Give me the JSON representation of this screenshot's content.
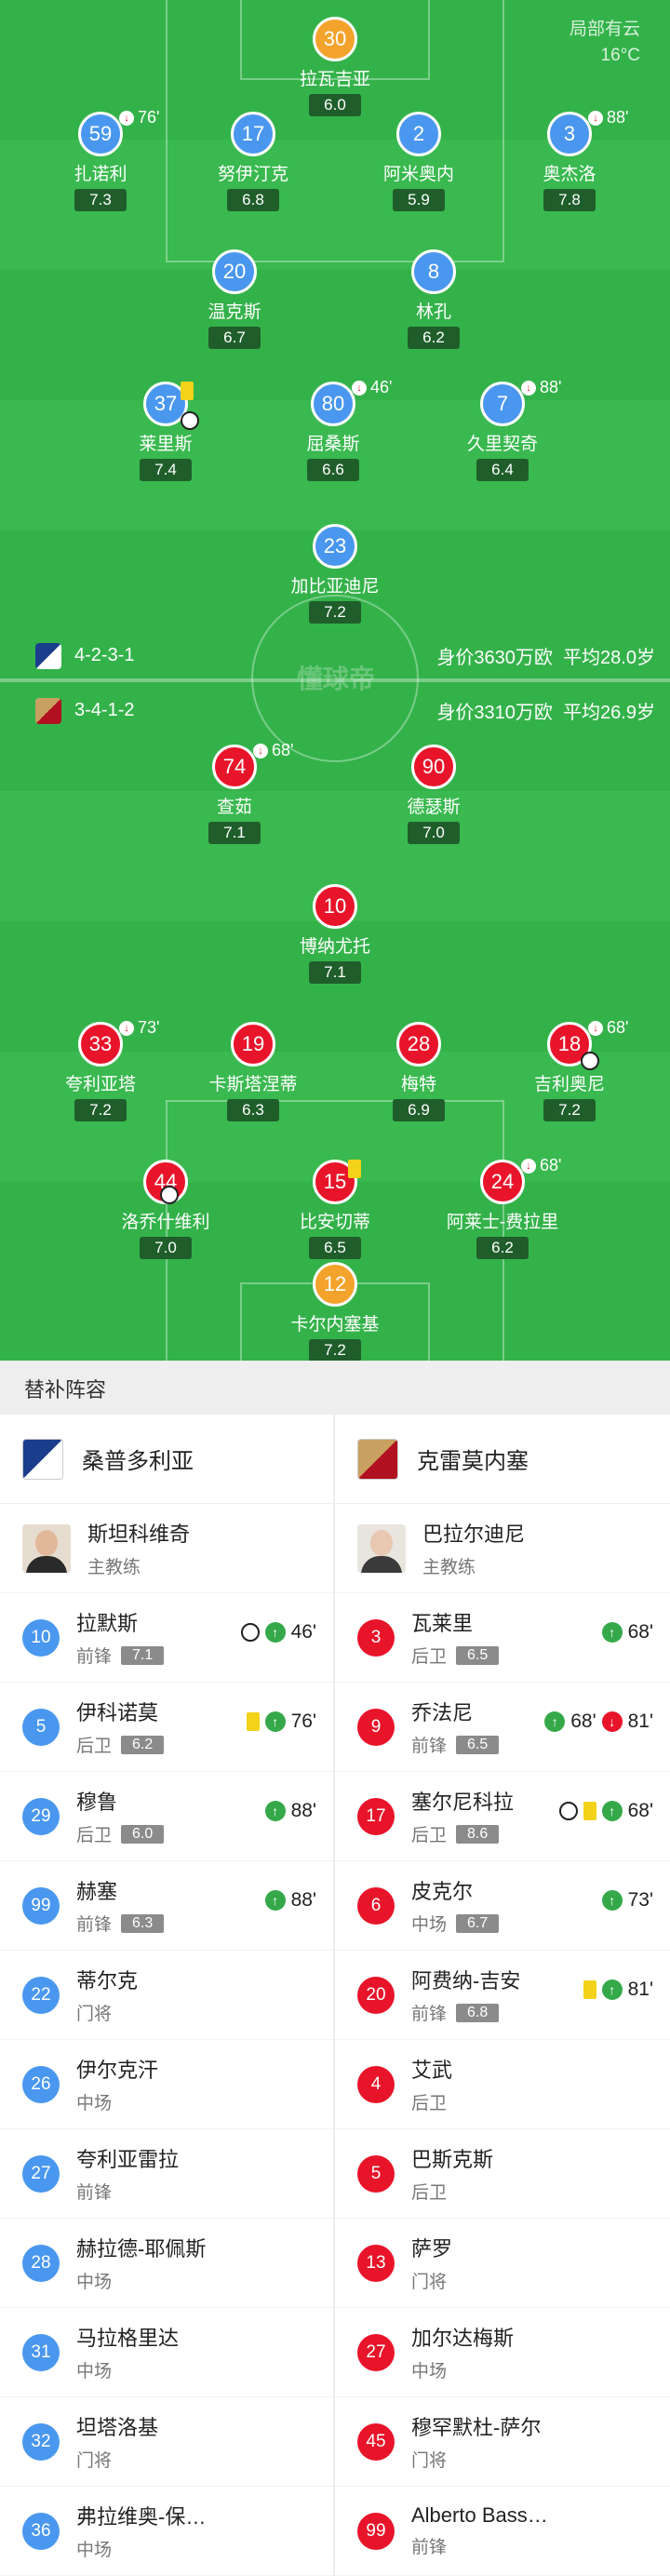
{
  "weather": {
    "text": "局部有云",
    "temp": "16°C"
  },
  "home": {
    "formation": "4-2-3-1",
    "value": "身价3630万欧",
    "avg_age": "平均28.0岁",
    "players": [
      {
        "num": "30",
        "name": "拉瓦吉亚",
        "rating": "6.0",
        "color": "gold"
      },
      {
        "num": "59",
        "name": "扎诺利",
        "rating": "7.3",
        "color": "blue",
        "sub": "76'"
      },
      {
        "num": "17",
        "name": "努伊汀克",
        "rating": "6.8",
        "color": "blue"
      },
      {
        "num": "2",
        "name": "阿米奥内",
        "rating": "5.9",
        "color": "blue"
      },
      {
        "num": "3",
        "name": "奥杰洛",
        "rating": "7.8",
        "color": "blue",
        "sub": "88'"
      },
      {
        "num": "20",
        "name": "温克斯",
        "rating": "6.7",
        "color": "blue"
      },
      {
        "num": "8",
        "name": "林孔",
        "rating": "6.2",
        "color": "blue"
      },
      {
        "num": "37",
        "name": "莱里斯",
        "rating": "7.4",
        "color": "blue"
      },
      {
        "num": "80",
        "name": "屈桑斯",
        "rating": "6.6",
        "color": "blue",
        "sub": "46'"
      },
      {
        "num": "7",
        "name": "久里契奇",
        "rating": "6.4",
        "color": "blue",
        "sub": "88'"
      },
      {
        "num": "23",
        "name": "加比亚迪尼",
        "rating": "7.2",
        "color": "blue"
      }
    ]
  },
  "away": {
    "formation": "3-4-1-2",
    "value": "身价3310万欧",
    "avg_age": "平均26.9岁",
    "players": [
      {
        "num": "74",
        "name": "查茹",
        "rating": "7.1",
        "color": "red",
        "sub": "68'"
      },
      {
        "num": "90",
        "name": "德瑟斯",
        "rating": "7.0",
        "color": "red"
      },
      {
        "num": "10",
        "name": "博纳尤托",
        "rating": "7.1",
        "color": "red"
      },
      {
        "num": "33",
        "name": "夸利亚塔",
        "rating": "7.2",
        "color": "red",
        "sub": "73'"
      },
      {
        "num": "19",
        "name": "卡斯塔涅蒂",
        "rating": "6.3",
        "color": "red"
      },
      {
        "num": "28",
        "name": "梅特",
        "rating": "6.9",
        "color": "red"
      },
      {
        "num": "18",
        "name": "吉利奥尼",
        "rating": "7.2",
        "color": "red",
        "sub": "68'"
      },
      {
        "num": "44",
        "name": "洛乔什维利",
        "rating": "7.0",
        "color": "red"
      },
      {
        "num": "15",
        "name": "比安切蒂",
        "rating": "6.5",
        "color": "red"
      },
      {
        "num": "24",
        "name": "阿莱士-费拉里",
        "rating": "6.2",
        "color": "red",
        "sub": "68'"
      },
      {
        "num": "12",
        "name": "卡尔内塞基",
        "rating": "7.2",
        "color": "gold"
      }
    ]
  },
  "watermark": "懂球帝",
  "subs": {
    "title": "替补阵容",
    "home_team": "桑普多利亚",
    "away_team": "克雷莫内塞",
    "home_coach": {
      "name": "斯坦科维奇",
      "role": "主教练"
    },
    "away_coach": {
      "name": "巴拉尔迪尼",
      "role": "主教练"
    },
    "home": [
      {
        "num": "10",
        "name": "拉默斯",
        "pos": "前锋",
        "rating": "7.1",
        "event": "46'"
      },
      {
        "num": "5",
        "name": "伊科诺莫",
        "pos": "后卫",
        "rating": "6.2",
        "event": "76'"
      },
      {
        "num": "29",
        "name": "穆鲁",
        "pos": "后卫",
        "rating": "6.0",
        "event": "88'"
      },
      {
        "num": "99",
        "name": "赫塞",
        "pos": "前锋",
        "rating": "6.3",
        "event": "88'"
      },
      {
        "num": "22",
        "name": "蒂尔克",
        "pos": "门将"
      },
      {
        "num": "26",
        "name": "伊尔克汗",
        "pos": "中场"
      },
      {
        "num": "27",
        "name": "夸利亚雷拉",
        "pos": "前锋"
      },
      {
        "num": "28",
        "name": "赫拉德-耶佩斯",
        "pos": "中场"
      },
      {
        "num": "31",
        "name": "马拉格里达",
        "pos": "中场"
      },
      {
        "num": "32",
        "name": "坦塔洛基",
        "pos": "门将"
      },
      {
        "num": "36",
        "name": "弗拉维奥-保…",
        "pos": "中场"
      }
    ],
    "away": [
      {
        "num": "3",
        "name": "瓦莱里",
        "pos": "后卫",
        "rating": "6.5",
        "event": "68'"
      },
      {
        "num": "9",
        "name": "乔法尼",
        "pos": "前锋",
        "rating": "6.5",
        "event": "68'",
        "event2": "81'"
      },
      {
        "num": "17",
        "name": "塞尔尼科拉",
        "pos": "后卫",
        "rating": "8.6",
        "event": "68'"
      },
      {
        "num": "6",
        "name": "皮克尔",
        "pos": "中场",
        "rating": "6.7",
        "event": "73'"
      },
      {
        "num": "20",
        "name": "阿费纳-吉安",
        "pos": "前锋",
        "rating": "6.8",
        "event": "81'"
      },
      {
        "num": "4",
        "name": "艾武",
        "pos": "后卫"
      },
      {
        "num": "5",
        "name": "巴斯克斯",
        "pos": "后卫"
      },
      {
        "num": "13",
        "name": "萨罗",
        "pos": "门将"
      },
      {
        "num": "27",
        "name": "加尔达梅斯",
        "pos": "中场"
      },
      {
        "num": "45",
        "name": "穆罕默杜-萨尔",
        "pos": "门将"
      },
      {
        "num": "99",
        "name": "Alberto Bass…",
        "pos": "前锋"
      }
    ]
  }
}
